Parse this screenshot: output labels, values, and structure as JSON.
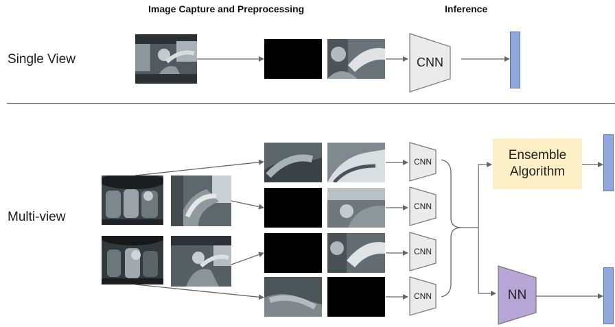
{
  "headings": {
    "capture": "Image Capture and Preprocessing",
    "inference": "Inference"
  },
  "rows": {
    "single": "Single View",
    "multi": "Multi-view"
  },
  "models": {
    "cnn": "CNN",
    "nn": "NN"
  },
  "ensemble": {
    "line1": "Ensemble",
    "line2": "Algorithm"
  },
  "colors": {
    "cnn_fill": "#ebebeb",
    "nn_fill": "#b7a5d6",
    "ensemble_fill": "#fcefc6",
    "output_bar": "#8fa9df",
    "arrow": "#666666"
  }
}
